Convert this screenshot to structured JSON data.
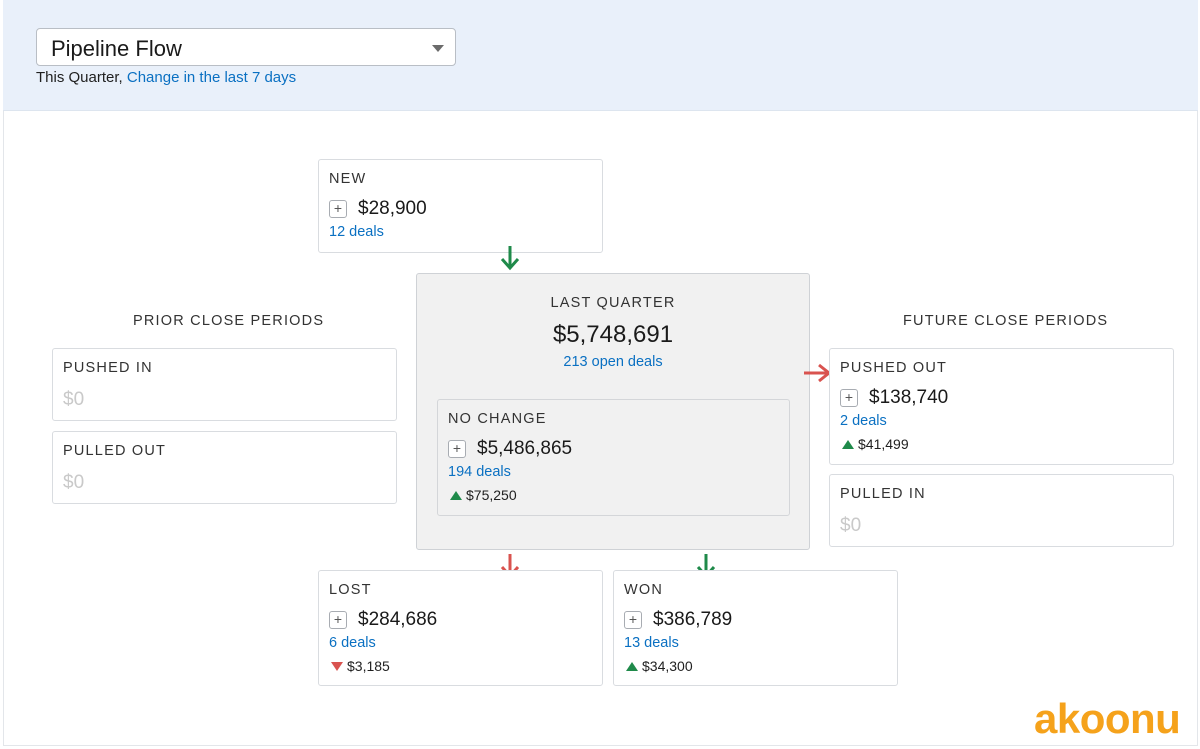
{
  "header": {
    "selector_value": "Pipeline Flow",
    "period_text": "This Quarter,",
    "change_link": "Change in the last 7 days"
  },
  "new": {
    "title": "NEW",
    "amount": "$28,900",
    "deals": "12 deals"
  },
  "prior": {
    "title": "PRIOR CLOSE PERIODS",
    "pushed_in": {
      "title": "PUSHED IN",
      "amount": "$0"
    },
    "pulled_out": {
      "title": "PULLED OUT",
      "amount": "$0"
    }
  },
  "center": {
    "title": "LAST QUARTER",
    "amount": "$5,748,691",
    "deals": "213 open deals",
    "no_change": {
      "title": "NO CHANGE",
      "amount": "$5,486,865",
      "deals": "194 deals",
      "delta": "$75,250",
      "delta_direction": "up"
    }
  },
  "future": {
    "title": "FUTURE CLOSE PERIODS",
    "pushed_out": {
      "title": "PUSHED OUT",
      "amount": "$138,740",
      "deals": "2 deals",
      "delta": "$41,499",
      "delta_direction": "up"
    },
    "pulled_in": {
      "title": "PULLED IN",
      "amount": "$0"
    }
  },
  "lost": {
    "title": "LOST",
    "amount": "$284,686",
    "deals": "6 deals",
    "delta": "$3,185",
    "delta_direction": "down"
  },
  "won": {
    "title": "WON",
    "amount": "$386,789",
    "deals": "13 deals",
    "delta": "$34,300",
    "delta_direction": "up"
  },
  "logo": {
    "text": "akoonu"
  },
  "icons": {
    "add": "plus-icon",
    "up": "triangle-up-icon",
    "down": "triangle-down-icon",
    "flow": "arrow-icon"
  },
  "colors": {
    "link": "#0a70c2",
    "positive": "#1f8a4a",
    "negative": "#d9534f",
    "brand": "#f5a21b",
    "header_bg": "#e9f0fa"
  }
}
